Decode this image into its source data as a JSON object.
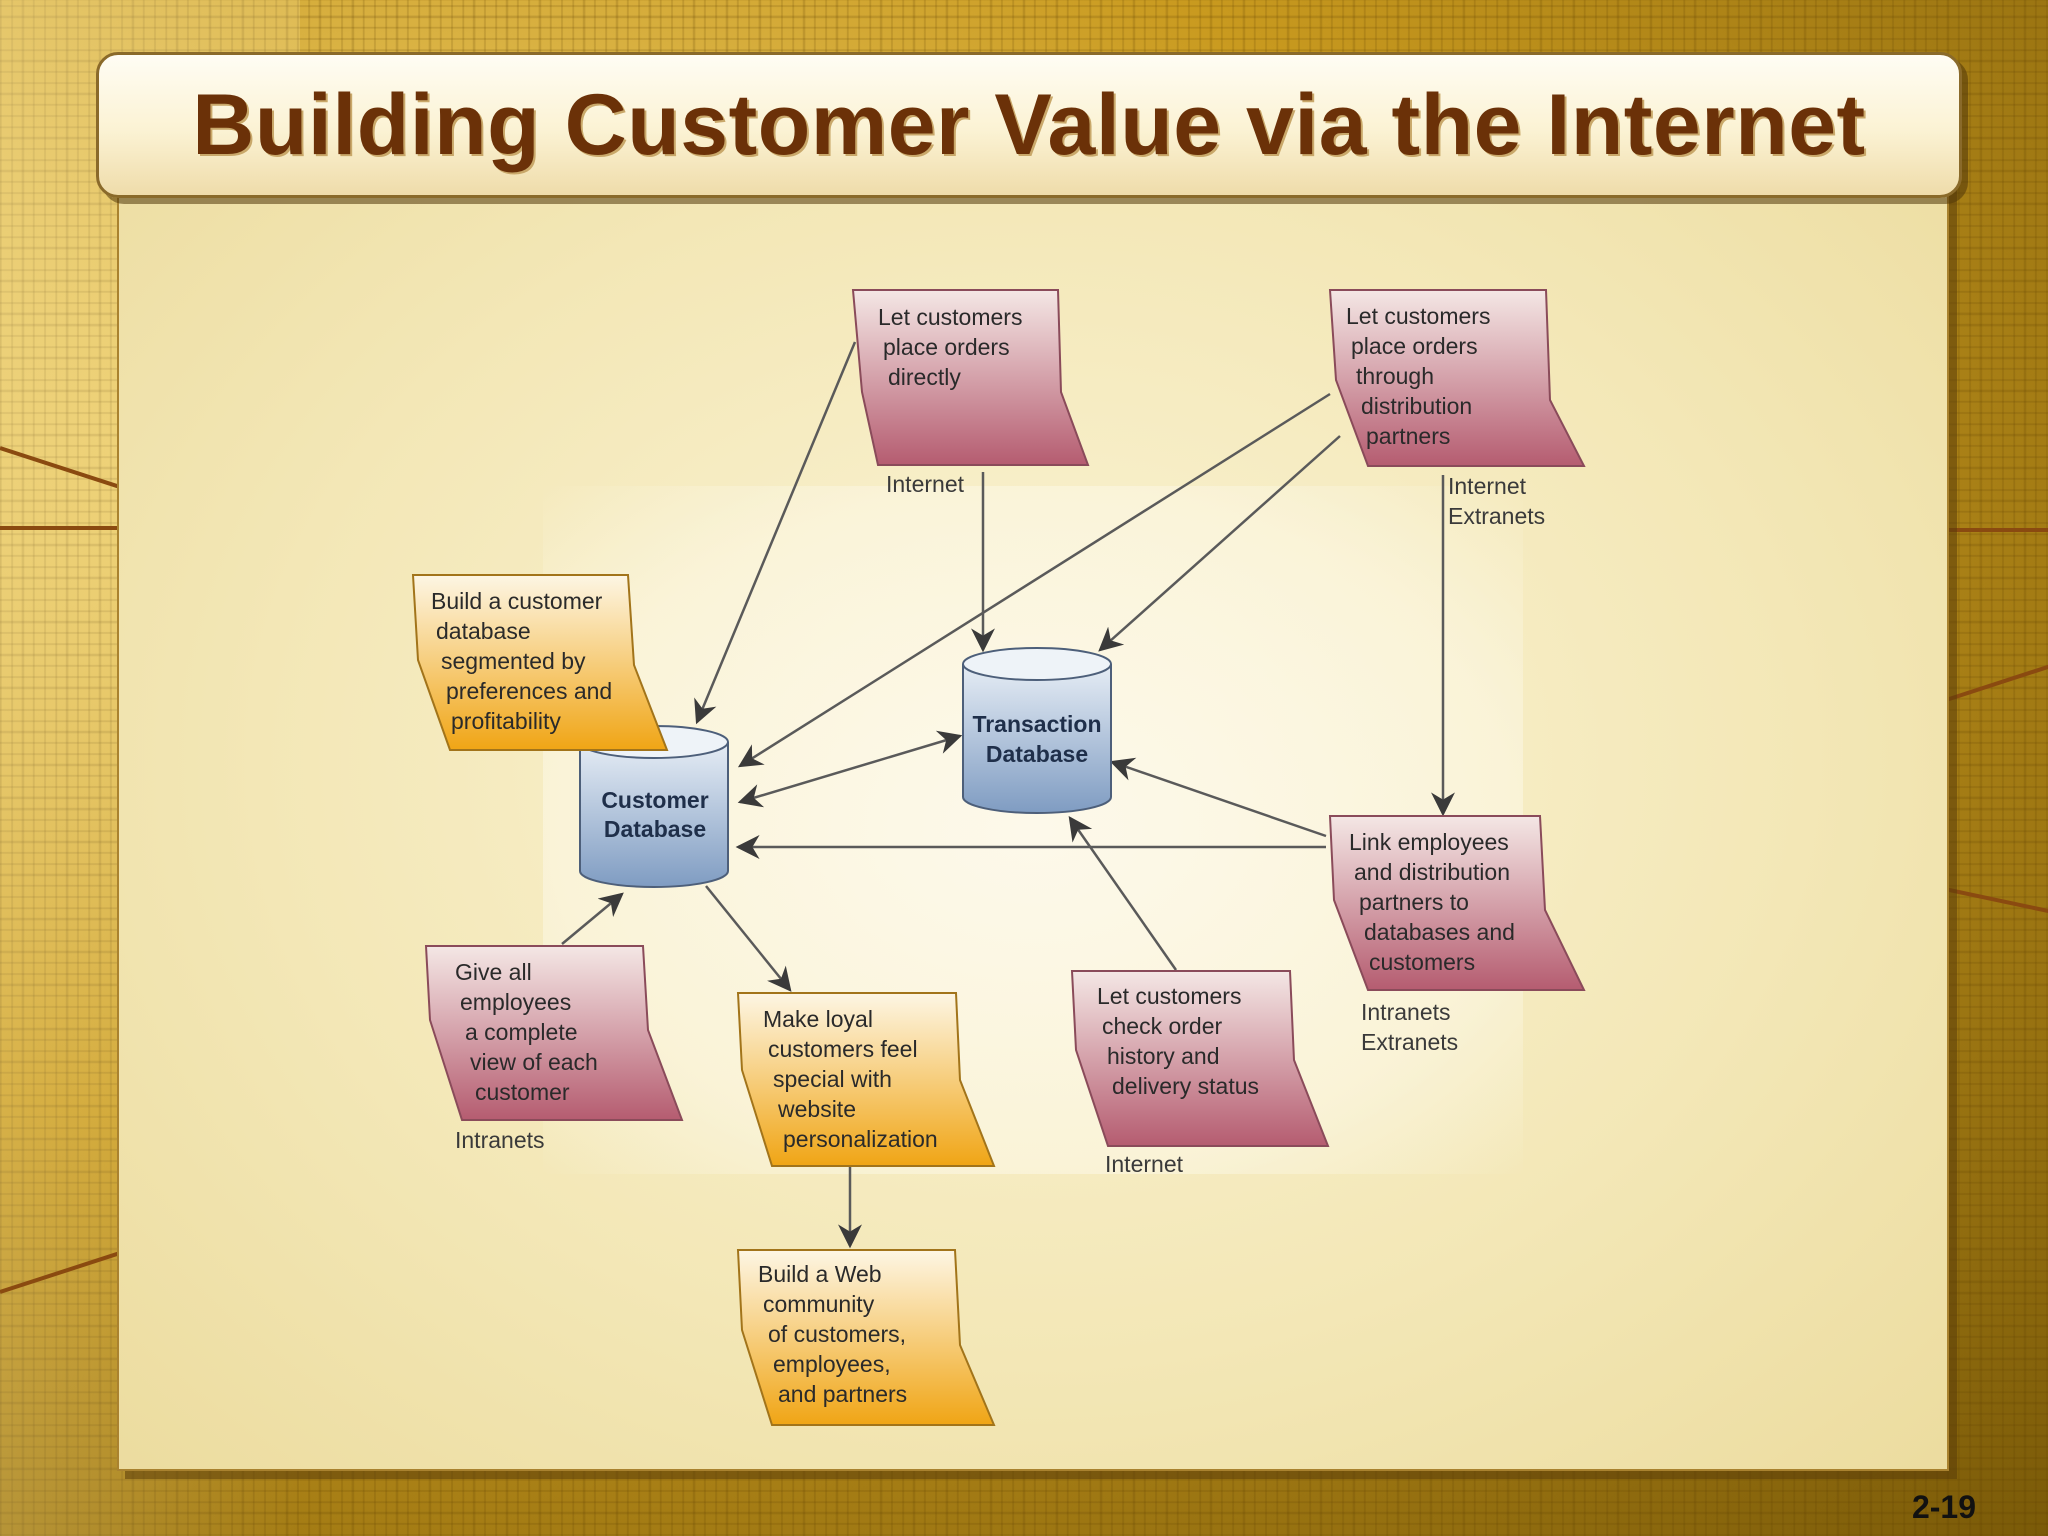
{
  "slide": {
    "title": "Building Customer Value via the Internet",
    "page_number": "2-19"
  },
  "colors": {
    "title_text": "#6b3108",
    "note_pink_top": "#f4e7e5",
    "note_pink_bottom": "#b55c70",
    "note_orange_top": "#fdf6e4",
    "note_orange_bottom": "#f0a515",
    "db_top": "#e6edf5",
    "db_bottom": "#7f9cc2"
  },
  "databases": [
    {
      "id": "customer",
      "line1": "Customer",
      "line2": "Database"
    },
    {
      "id": "transaction",
      "line1": "Transaction",
      "line2": "Database"
    }
  ],
  "notes": [
    {
      "id": "orders-direct",
      "color": "pink",
      "lines": [
        "Let customers",
        "place orders",
        "directly"
      ],
      "caption": [
        "Internet"
      ]
    },
    {
      "id": "orders-partners",
      "color": "pink",
      "lines": [
        "Let customers",
        "place orders",
        "through",
        "distribution",
        "partners"
      ],
      "caption": [
        "Internet",
        "Extranets"
      ]
    },
    {
      "id": "build-db",
      "color": "orange",
      "lines": [
        "Build a customer",
        "database",
        "segmented by",
        "preferences and",
        "profitability"
      ],
      "caption": []
    },
    {
      "id": "link-employees",
      "color": "pink",
      "lines": [
        "Link employees",
        "and distribution",
        "partners to",
        "databases and",
        "customers"
      ],
      "caption": [
        "Intranets",
        "Extranets"
      ]
    },
    {
      "id": "give-employees",
      "color": "pink",
      "lines": [
        "Give all",
        "employees",
        "a complete",
        "view of each",
        "customer"
      ],
      "caption": [
        "Intranets"
      ]
    },
    {
      "id": "loyal-customers",
      "color": "orange",
      "lines": [
        "Make loyal",
        "customers feel",
        "special with",
        "website",
        "personalization"
      ],
      "caption": []
    },
    {
      "id": "order-history",
      "color": "pink",
      "lines": [
        "Let customers",
        "check order",
        "history and",
        "delivery status"
      ],
      "caption": [
        "Internet"
      ]
    },
    {
      "id": "web-community",
      "color": "orange",
      "lines": [
        "Build a Web",
        "community",
        "of customers,",
        "employees,",
        "and partners"
      ],
      "caption": []
    }
  ]
}
